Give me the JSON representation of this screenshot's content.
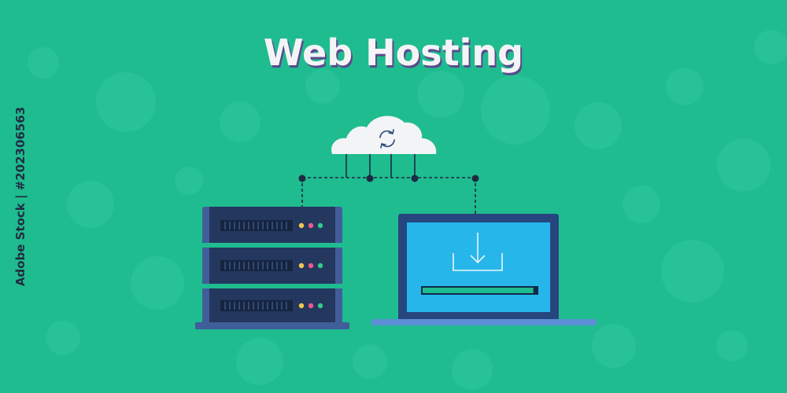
{
  "title": "Web Hosting",
  "stock_id": "Adobe Stock | #202306563",
  "watermark_text": "Adobe Stock",
  "colors": {
    "background": "#1fbc8f",
    "title_text": "#f4f4f6",
    "title_shadow": "#5b4a8c",
    "server_body": "#24375e",
    "server_frame": "#3f5e9a",
    "laptop_frame": "#27467f",
    "laptop_screen": "#27b6ea",
    "cloud": "#f2f4f6",
    "line": "#1c2a44",
    "progress_fill": "#1fbc8f",
    "led_yellow": "#f3c74a",
    "led_pink": "#e95b8c",
    "led_green": "#38c98d"
  },
  "icons": [
    "cloud-sync-icon",
    "download-icon",
    "server-rack",
    "laptop"
  ],
  "progress": 0.97
}
